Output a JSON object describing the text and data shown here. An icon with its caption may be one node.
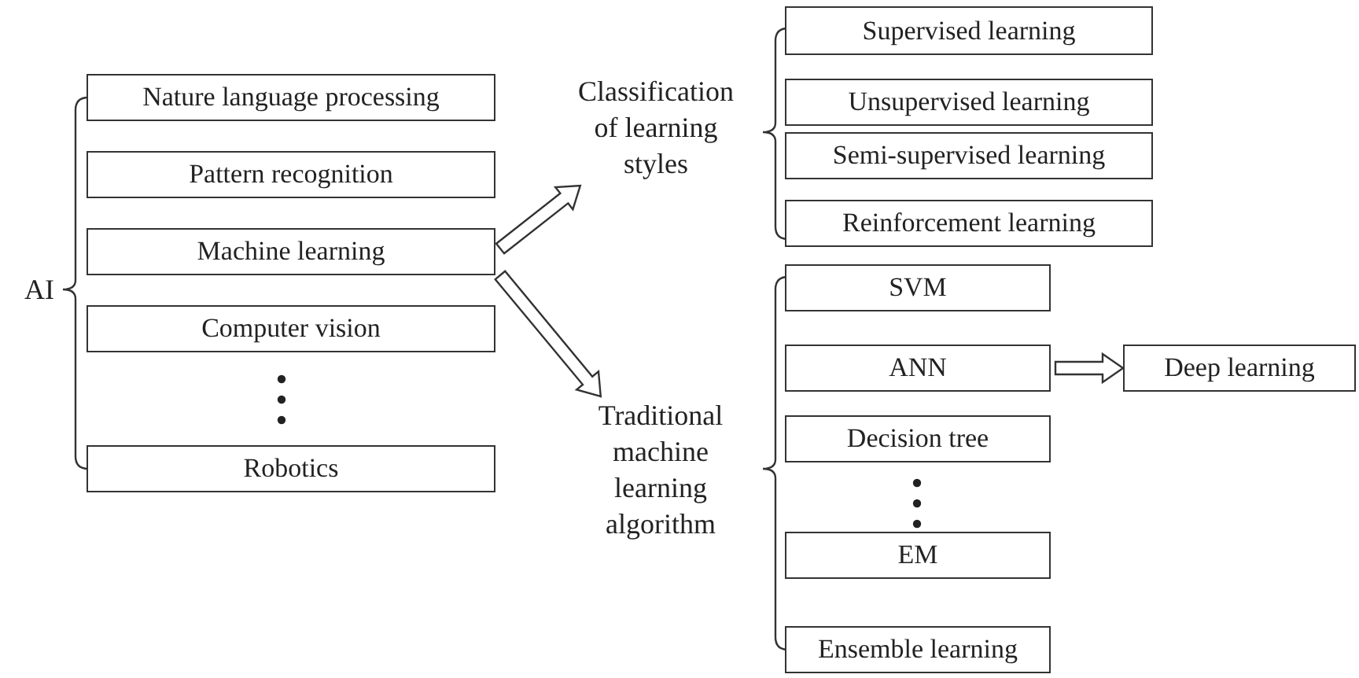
{
  "diagram": {
    "nodes": [
      {
        "text": [
          "AI"
        ]
      },
      {
        "text": [
          "Nature language processing"
        ]
      },
      {
        "text": [
          "Pattern recognition"
        ]
      },
      {
        "text": [
          "Machine learning"
        ]
      },
      {
        "text": [
          "Computer vision"
        ]
      },
      {
        "text": [
          "Robotics"
        ]
      },
      {
        "text": [
          "Classification of learning styles"
        ]
      },
      {
        "text": [
          "Supervised learning"
        ]
      },
      {
        "text": [
          "Unsupervised learning"
        ]
      },
      {
        "text": [
          "Semi-supervised learning"
        ]
      },
      {
        "text": [
          "Reinforcement learning"
        ]
      },
      {
        "text": [
          "Traditional machine learning algorithm"
        ]
      },
      {
        "text": [
          "SVM"
        ]
      },
      {
        "text": [
          "ANN"
        ]
      },
      {
        "text": [
          "Decision tree"
        ]
      },
      {
        "text": [
          "EM"
        ]
      },
      {
        "text": [
          "Ensemble learning"
        ]
      },
      {
        "text": [
          "Deep learning"
        ]
      }
    ],
    "edges": [
      {
        "from": 3,
        "to": 6,
        "arrow": "to"
      },
      {
        "from": 3,
        "to": 11,
        "arrow": "to"
      },
      {
        "from": 13,
        "to": 17,
        "arrow": "to"
      }
    ]
  }
}
